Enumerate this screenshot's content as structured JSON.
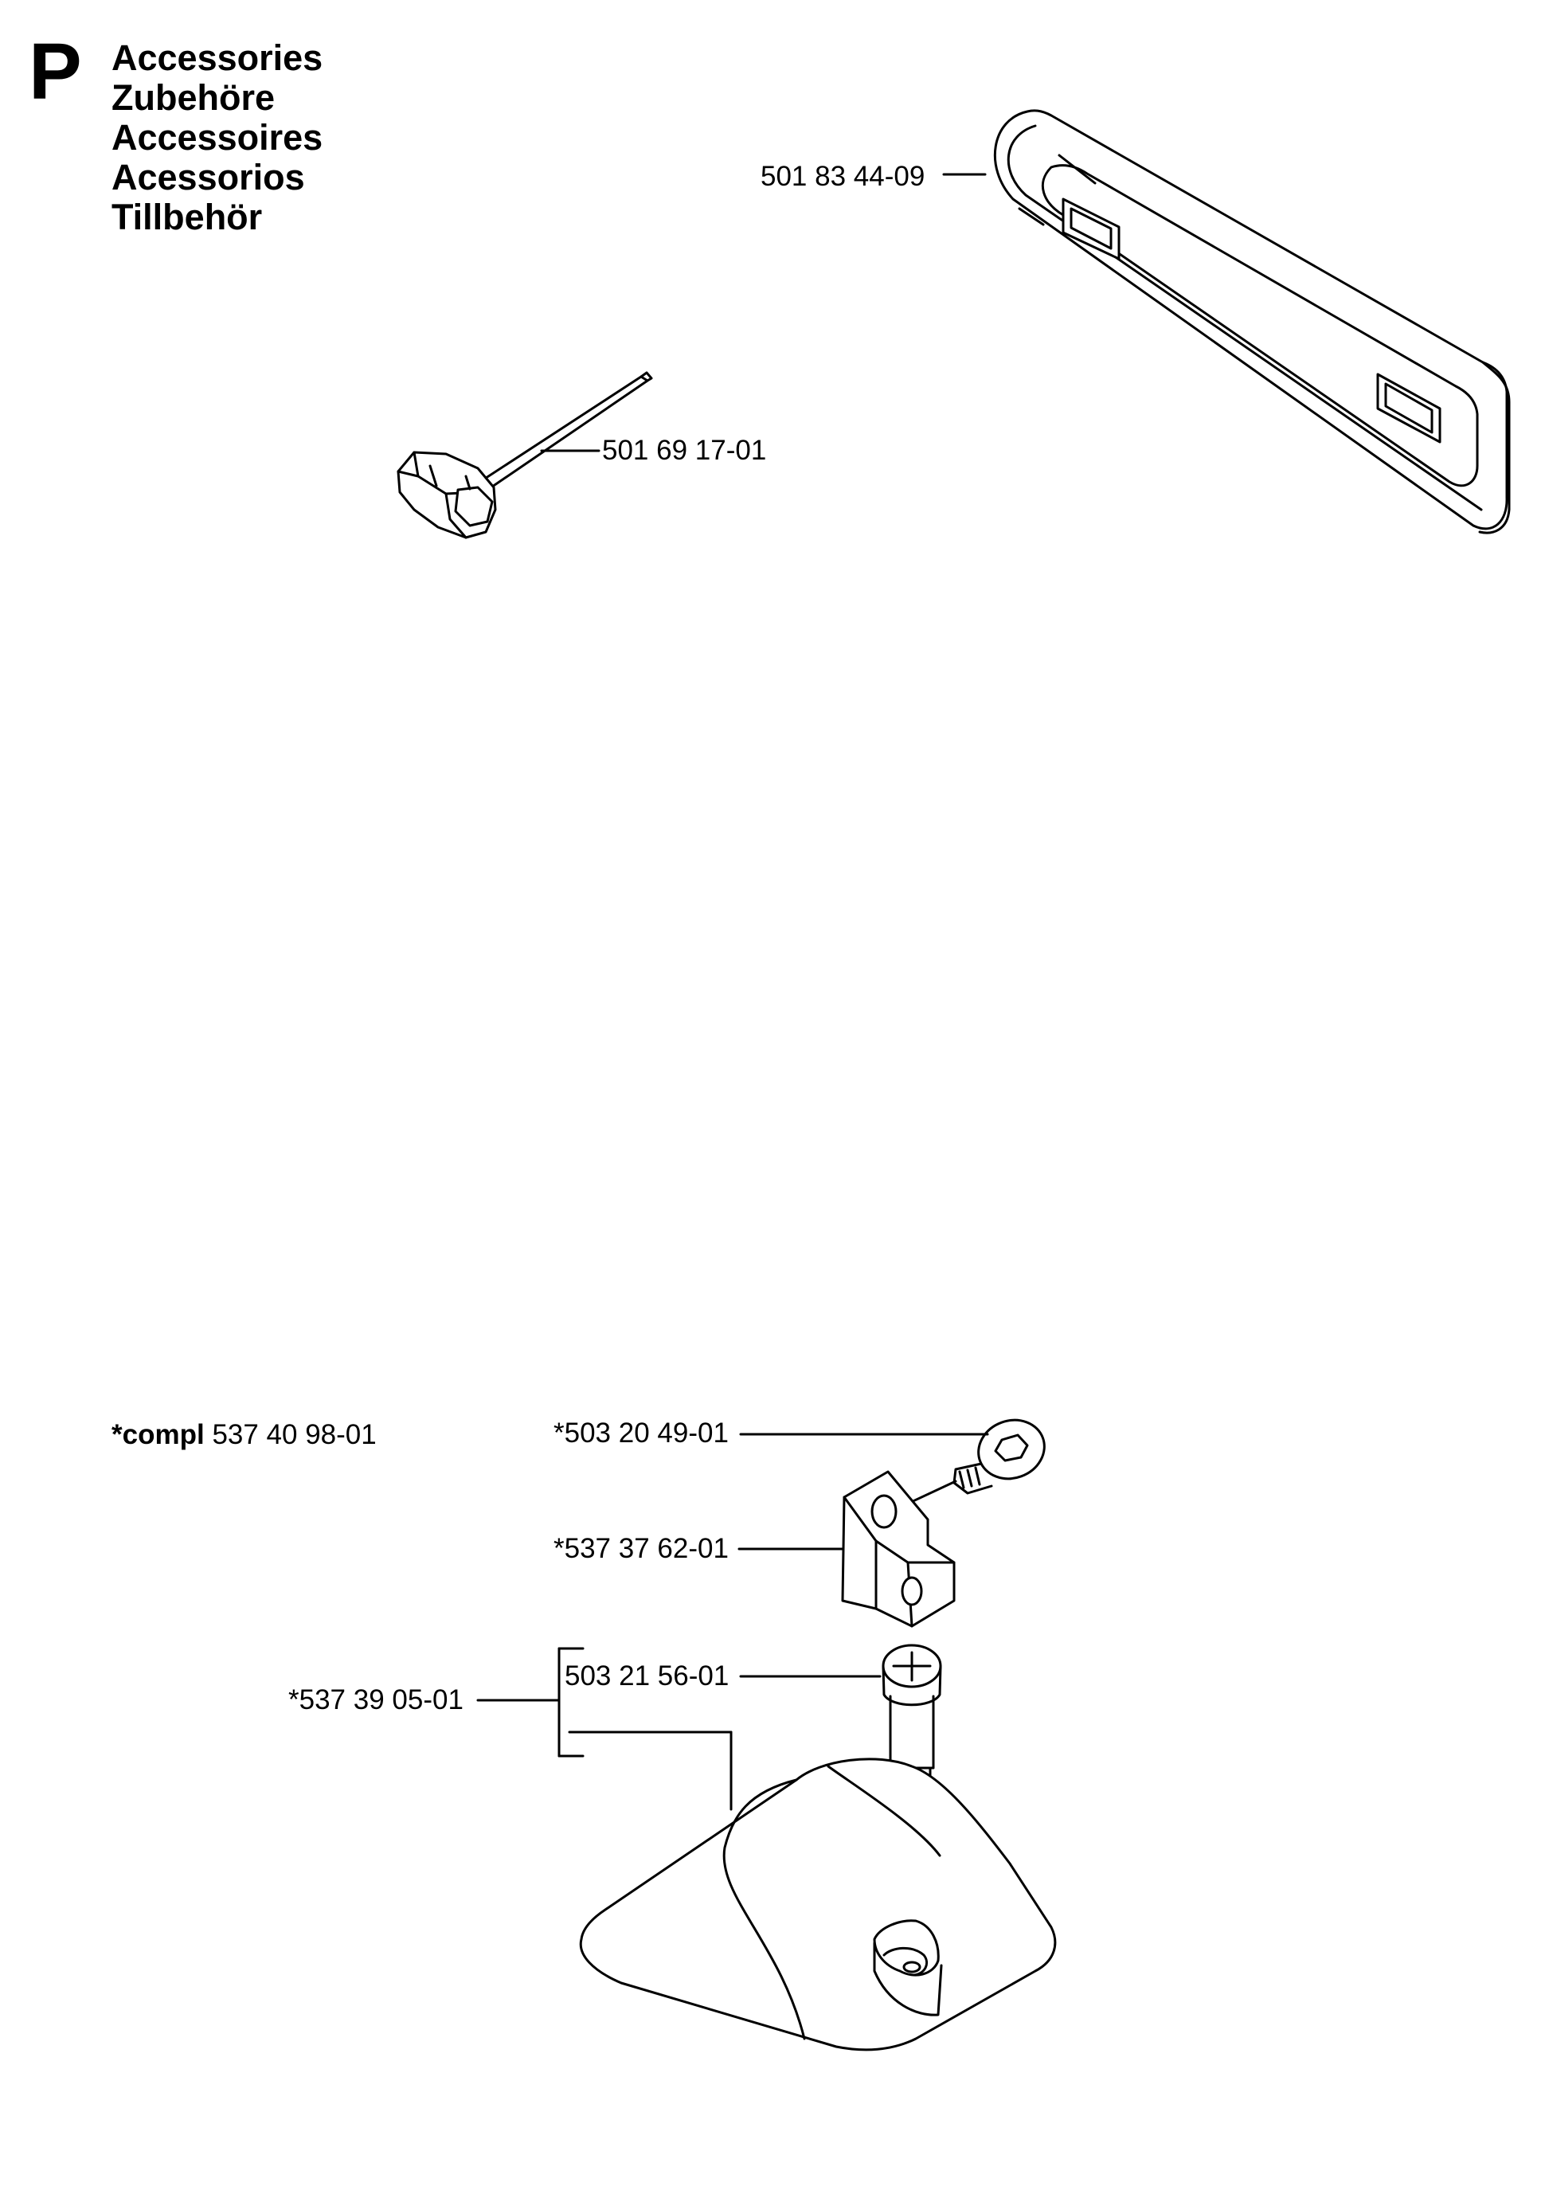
{
  "header": {
    "section_letter": "P",
    "titles": [
      "Accessories",
      "Zubehöre",
      "Accessoires",
      "Acessorios",
      "Tillbehör"
    ]
  },
  "parts": {
    "bar_cover": "501 83 44-09",
    "combination_wrench": "501 69 17-01",
    "screw_top": "*503 20 49-01",
    "bracket": "*537 37 62-01",
    "screw_bottom": "503 21 56-01",
    "spike_assembly": "*537 39 05-01"
  },
  "compl": {
    "prefix": "*compl",
    "number": "537 40 98-01"
  }
}
